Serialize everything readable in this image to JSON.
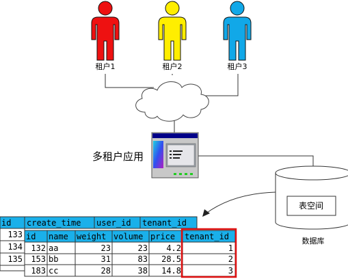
{
  "tenants": [
    {
      "label": "租户1",
      "color": "#ee1111"
    },
    {
      "label": "租户2",
      "color": "#ffee00"
    },
    {
      "label": "租户3",
      "color": "#11a8e8"
    }
  ],
  "app": {
    "label": "多租户应用"
  },
  "database": {
    "label": "数据库",
    "tablespace": "表空间"
  },
  "back_table": {
    "columns": [
      "id",
      "create_time",
      "user_id",
      "tenant_id"
    ],
    "ids": [
      "133",
      "134",
      "135"
    ]
  },
  "front_table": {
    "columns": [
      "id",
      "name",
      "weight",
      "volume",
      "price",
      "tenant_id"
    ],
    "rows": [
      [
        "132",
        "aa",
        "23",
        "23",
        "4.2",
        "1"
      ],
      [
        "153",
        "bb",
        "31",
        "83",
        "28.5",
        "2"
      ],
      [
        "183",
        "cc",
        "28",
        "38",
        "14.8",
        "3"
      ]
    ]
  },
  "colors": {
    "header": "#1ab0ea",
    "highlight": "#e01010"
  }
}
